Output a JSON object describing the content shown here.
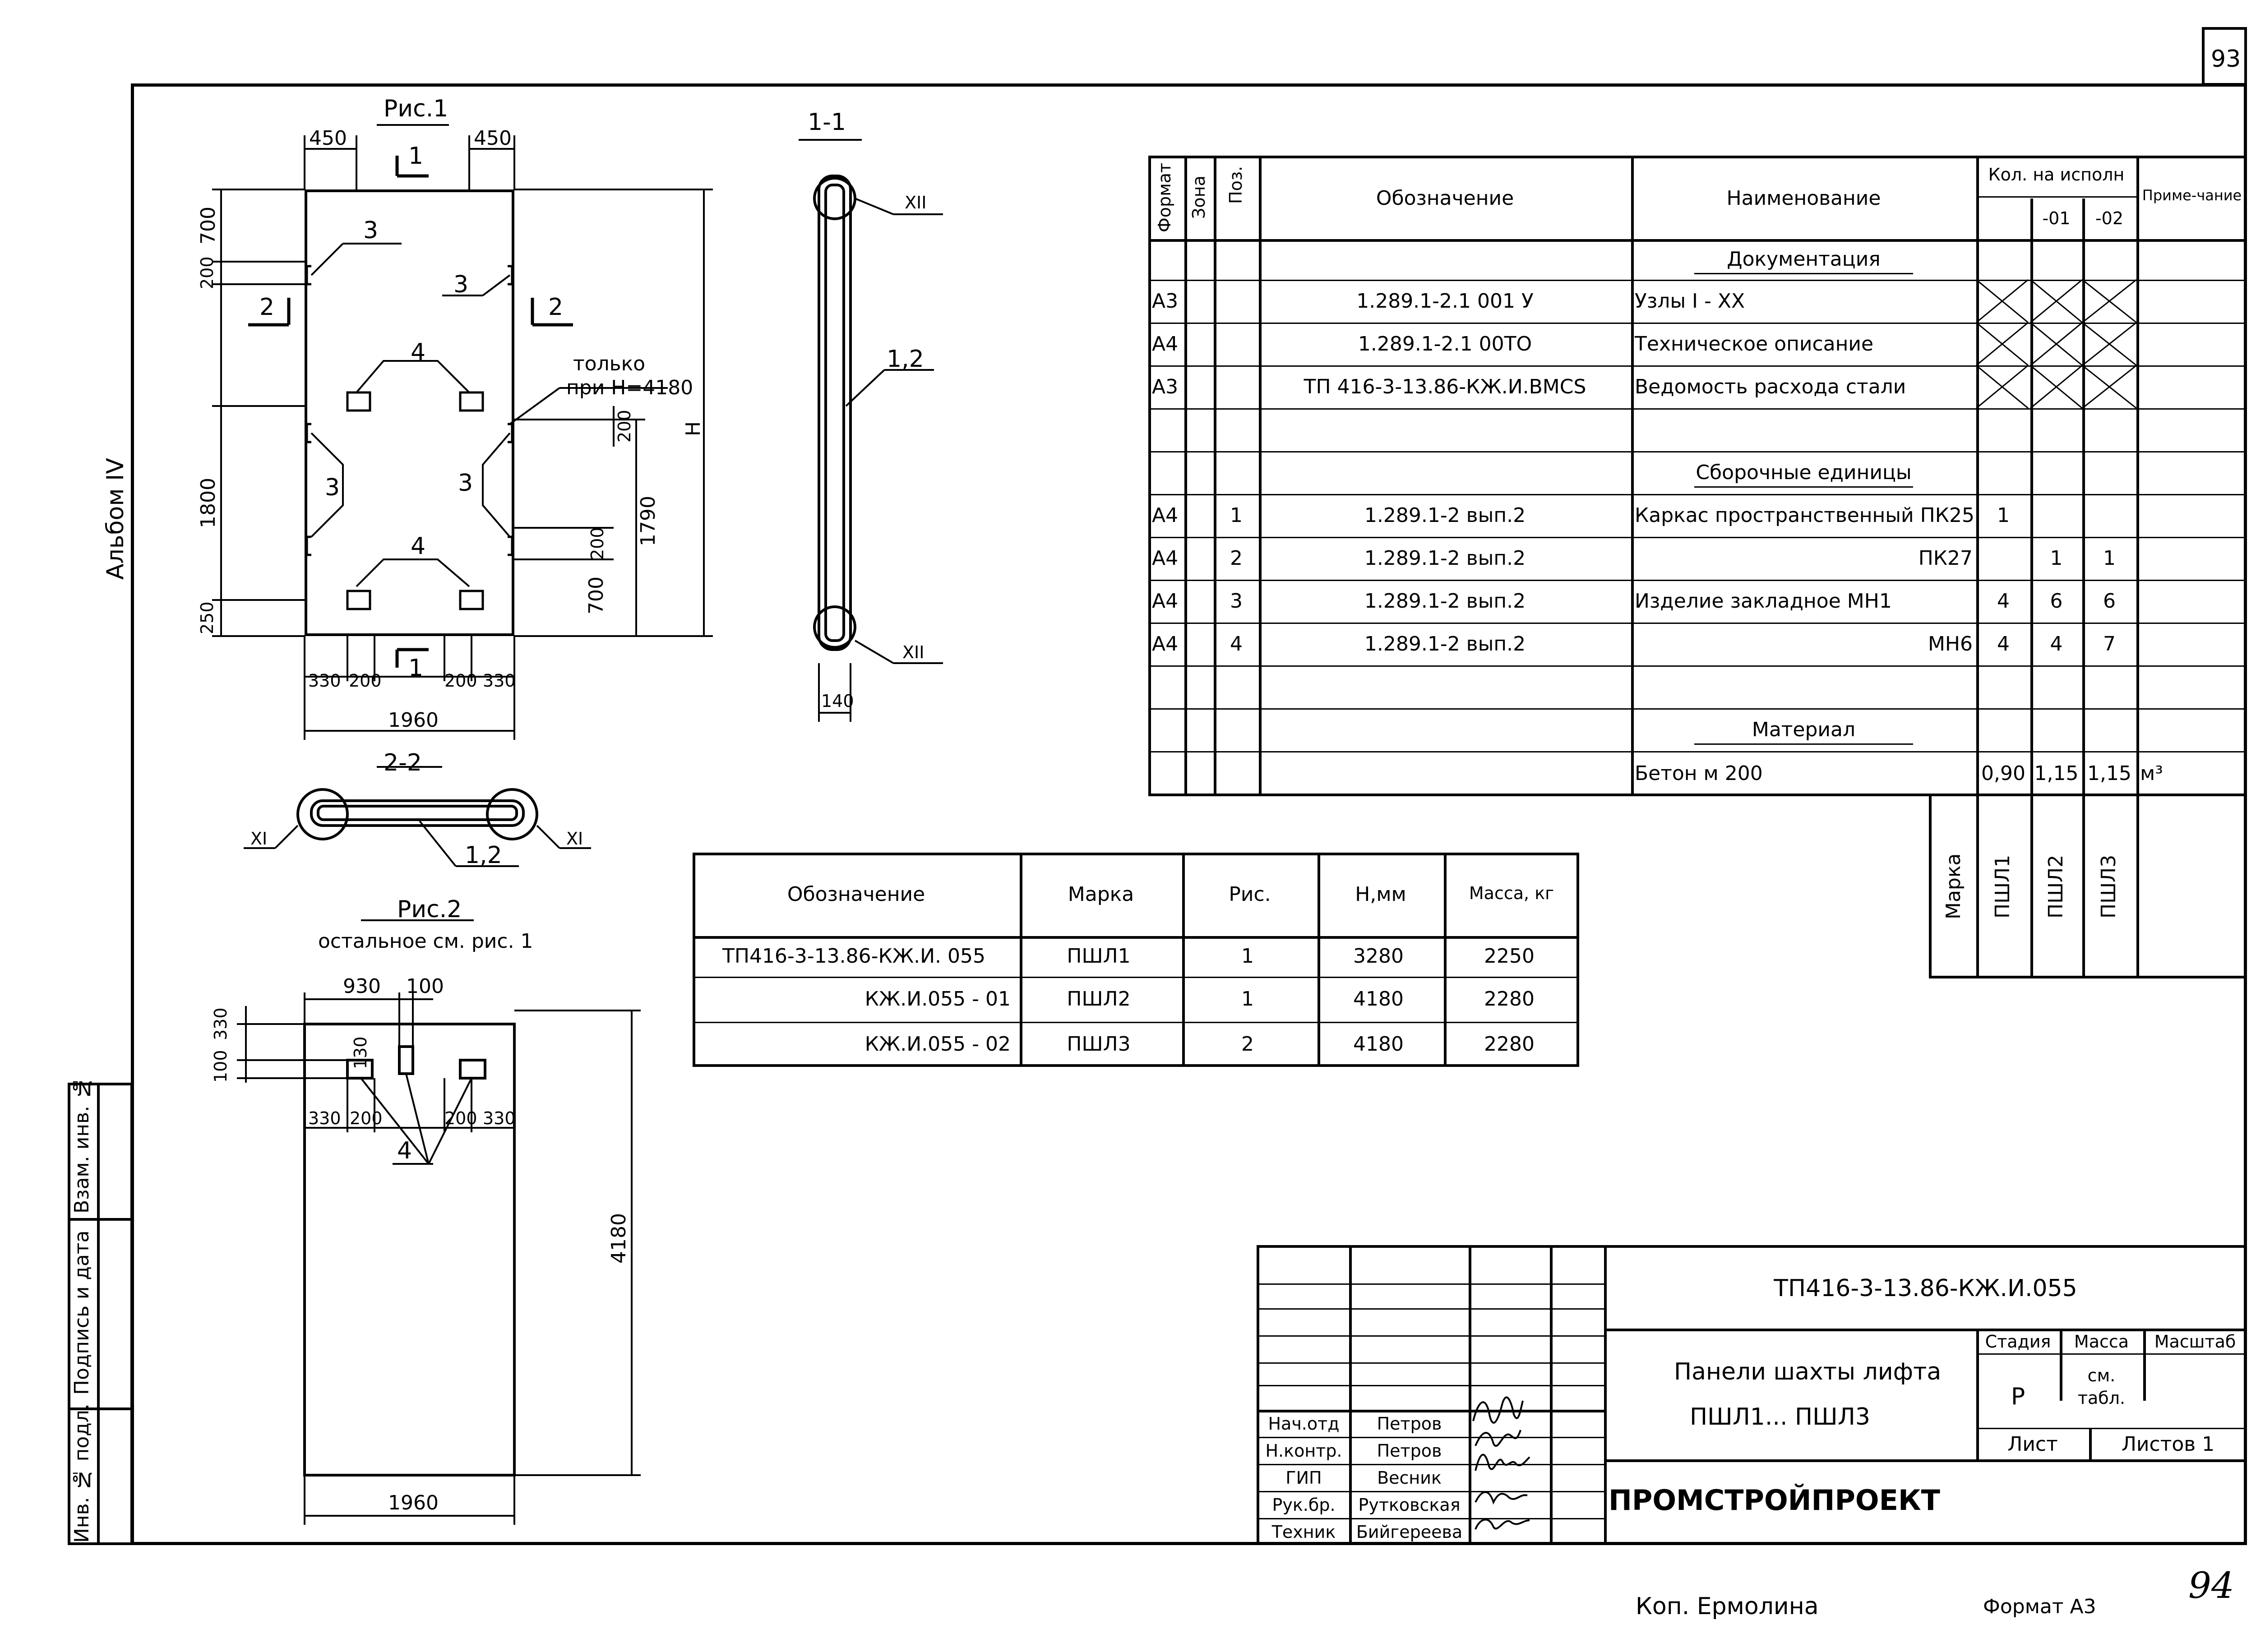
{
  "page_number_top": "93",
  "page_number_bottom": "94",
  "album_label": "Альбом IV",
  "fig1": {
    "title": "Рис.1",
    "dims": {
      "top_left": "450",
      "top_right": "450",
      "d700_top": "700",
      "d200_left": "200",
      "d1800": "1800",
      "d250": "250",
      "d700_bot": "700",
      "d200_right_top": "200",
      "d200_right_bot": "200",
      "d1790": "1790",
      "h": "Н",
      "b330_l": "330",
      "b200_l": "200",
      "b200_r": "200",
      "b330_r": "330",
      "width": "1960"
    },
    "section_marks": {
      "s1_top": "1",
      "s1_bot": "1",
      "s2_left": "2",
      "s2_right": "2"
    },
    "callouts": {
      "c3_tl": "3",
      "c3_tr": "3",
      "c4_top": "4",
      "c3_ml": "3",
      "c3_mr": "3",
      "c4_bot": "4"
    },
    "note": [
      "только",
      "при Н=4180"
    ]
  },
  "section_1_1": {
    "title": "1-1",
    "label": "1,2",
    "xii_top": "XII",
    "xii_bot": "XII",
    "width": "140"
  },
  "section_2_2": {
    "title": "2-2",
    "label": "1,2",
    "xi_left": "XI",
    "xi_right": "XI"
  },
  "fig2": {
    "title": "Рис.2",
    "subtitle": "остальное см. рис. 1",
    "dims": {
      "d930": "930",
      "d100_top": "100",
      "d100_left": "100",
      "d330_left": "330",
      "d130": "130",
      "b330_l": "330",
      "b200_l": "200",
      "b200_r": "200",
      "b330_r": "330",
      "height": "4180",
      "width": "1960"
    },
    "callout": "4"
  },
  "spec_table": {
    "headers": {
      "format": "Формат",
      "zone": "Зона",
      "pos": "Поз.",
      "designation": "Обозначение",
      "name": "Наименование",
      "qty": "Кол. на исполн",
      "q01": "-01",
      "q02": "-02",
      "note": "Приме-чание"
    },
    "rows": [
      {
        "format": "",
        "pos": "",
        "designation": "",
        "name": "Документация",
        "heading": true,
        "q0": "",
        "q1": "",
        "q2": "",
        "note": ""
      },
      {
        "format": "А3",
        "pos": "",
        "designation": "1.289.1-2.1 001 У",
        "name": "Узлы I - XX",
        "crossed": true,
        "q0": "",
        "q1": "",
        "q2": "",
        "note": ""
      },
      {
        "format": "А4",
        "pos": "",
        "designation": "1.289.1-2.1 00ТО",
        "name": "Техническое описание",
        "crossed": true,
        "q0": "",
        "q1": "",
        "q2": "",
        "note": ""
      },
      {
        "format": "А3",
        "pos": "",
        "designation": "ТП 416-3-13.86-КЖ.И.ВМСS",
        "name": "Ведомость расхода стали",
        "crossed": true,
        "q0": "",
        "q1": "",
        "q2": "",
        "note": ""
      },
      {
        "format": "",
        "pos": "",
        "designation": "",
        "name": "",
        "q0": "",
        "q1": "",
        "q2": "",
        "note": ""
      },
      {
        "format": "",
        "pos": "",
        "designation": "",
        "name": "Сборочные единицы",
        "heading": true,
        "q0": "",
        "q1": "",
        "q2": "",
        "note": ""
      },
      {
        "format": "А4",
        "pos": "1",
        "designation": "1.289.1-2 вып.2",
        "name": "Каркас пространственный ПК25",
        "q0": "1",
        "q1": "",
        "q2": "",
        "note": ""
      },
      {
        "format": "А4",
        "pos": "2",
        "designation": "1.289.1-2 вып.2",
        "name": "ПК27",
        "name_right": true,
        "q0": "",
        "q1": "1",
        "q2": "1",
        "note": ""
      },
      {
        "format": "А4",
        "pos": "3",
        "designation": "1.289.1-2 вып.2",
        "name": "Изделие закладное МН1",
        "q0": "4",
        "q1": "6",
        "q2": "6",
        "note": ""
      },
      {
        "format": "А4",
        "pos": "4",
        "designation": "1.289.1-2 вып.2",
        "name": "МН6",
        "name_right": true,
        "q0": "4",
        "q1": "4",
        "q2": "7",
        "note": ""
      },
      {
        "format": "",
        "pos": "",
        "designation": "",
        "name": "",
        "q0": "",
        "q1": "",
        "q2": "",
        "note": ""
      },
      {
        "format": "",
        "pos": "",
        "designation": "",
        "name": "Материал",
        "heading": true,
        "q0": "",
        "q1": "",
        "q2": "",
        "note": ""
      },
      {
        "format": "",
        "pos": "",
        "designation": "",
        "name": "Бетон  м 200",
        "q0": "0,90",
        "q1": "1,15",
        "q2": "1,15",
        "note": "м³"
      }
    ],
    "mark_row": {
      "label": "Марка",
      "m0": "ПШЛ1",
      "m1": "ПШЛ2",
      "m2": "ПШЛ3"
    }
  },
  "mark_table": {
    "headers": [
      "Обозначение",
      "Марка",
      "Рис.",
      "Н,мм",
      "Масса, кг"
    ],
    "rows": [
      [
        "ТП416-3-13.86-КЖ.И. 055",
        "ПШЛ1",
        "1",
        "3280",
        "2250"
      ],
      [
        "КЖ.И.055 - 01",
        "ПШЛ2",
        "1",
        "4180",
        "2280"
      ],
      [
        "КЖ.И.055 - 02",
        "ПШЛ3",
        "2",
        "4180",
        "2280"
      ]
    ]
  },
  "title_block": {
    "code": "ТП416-3-13.86-КЖ.И.055",
    "name_line1": "Панели шахты лифта",
    "name_line2": "ПШЛ1... ПШЛ3",
    "stage_label": "Стадия",
    "mass_label": "Масса",
    "scale_label": "Масштаб",
    "stage": "Р",
    "mass_line1": "см.",
    "mass_line2": "табл.",
    "sheet_label": "Лист",
    "sheets_label": "Листов 1",
    "org": "ПРОМСТРОЙПРОЕКТ",
    "people": [
      {
        "role": "Нач.отд",
        "name": "Петров"
      },
      {
        "role": "Н.контр.",
        "name": "Петров"
      },
      {
        "role": "ГИП",
        "name": "Весник"
      },
      {
        "role": "Рук.бр.",
        "name": "Рутковская"
      },
      {
        "role": "Техник",
        "name": "Бийгереева"
      }
    ]
  },
  "side_stamp": [
    "Инв. № подл.",
    "Подпись и дата",
    "Взам. инв. №"
  ],
  "footer": {
    "copied": "Коп. Ермолина",
    "format": "Формат А3"
  }
}
